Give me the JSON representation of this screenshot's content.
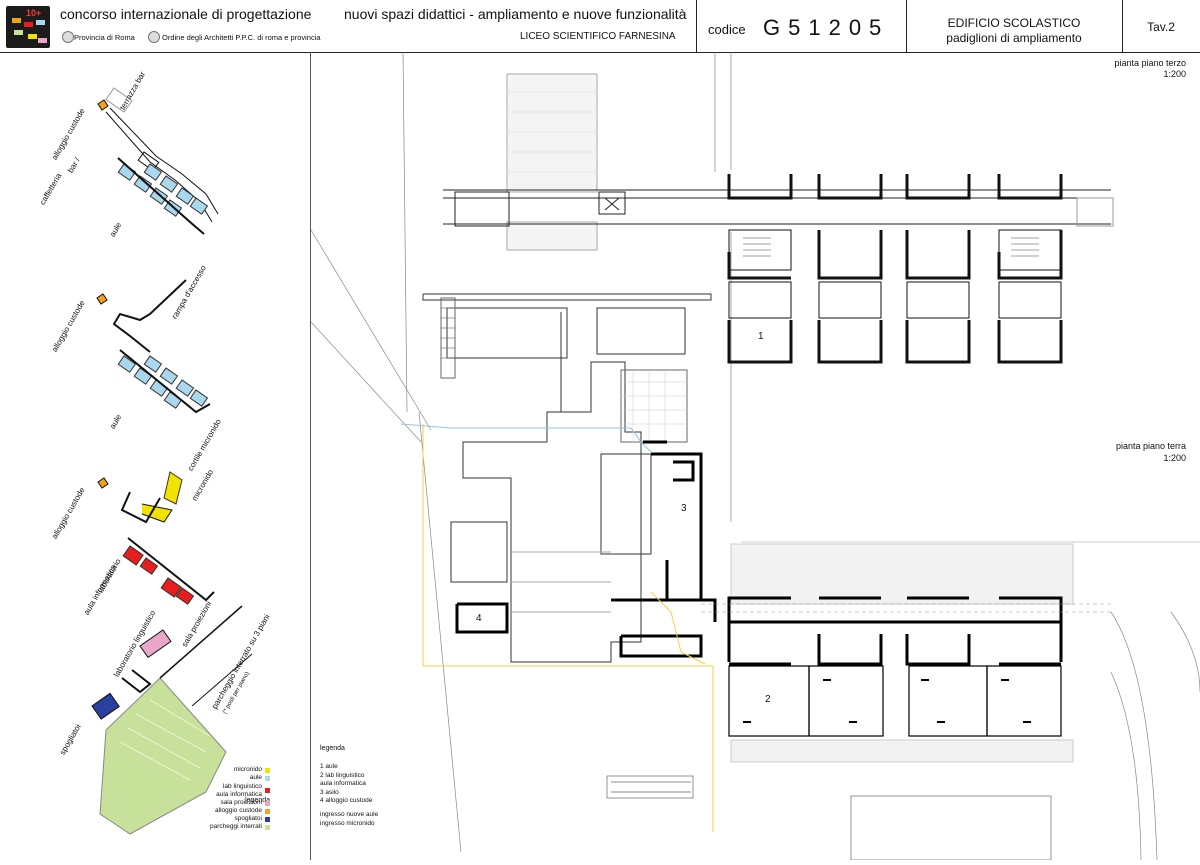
{
  "header": {
    "logo_text": "10+",
    "competition": "concorso internazionale di progettazione",
    "org1": "Provincia di Roma",
    "org2": "Ordine degli Architetti P.P.C. di roma e provincia",
    "project": "nuovi spazi didattici - ampliamento e nuove funzionalità",
    "school": "LICEO SCIENTIFICO FARNESINA",
    "code_label": "codice",
    "code_value": "G51205",
    "building_title": "EDIFICIO SCOLASTICO",
    "building_subtitle": "padiglioni di ampliamento",
    "sheet": "Tav.2"
  },
  "diagram_labels": {
    "terrazza": "terrazza bar",
    "alloggio1": "alloggio custode",
    "bar": "bar /",
    "caffetteria": "caffetteria",
    "aule1": "aule",
    "rampa": "rampa d'accesso",
    "alloggio2": "alloggio custode",
    "aule2": "aule",
    "cortile": "cortile micronido",
    "micronido": "micronido",
    "alloggio3": "alloggio custode",
    "aula_inform": "aula informatica",
    "lab_ling_small": "laboratorio",
    "sala": "sala proiezioni",
    "lab_ling": "laboratorio linguistico",
    "parcheggio": "parcheggio interrato su 3 piani",
    "posti": "(* posti per piano)",
    "spogliatoi": "spogliatoi"
  },
  "legend_left": {
    "title": "legenda",
    "items": [
      {
        "label": "micronido",
        "color": "#f2e200"
      },
      {
        "label": "aule",
        "color": "#a9d8ee"
      },
      {
        "label": "lab linguistico",
        "color": ""
      },
      {
        "label": "aula informatica",
        "color": "#e81d1d"
      },
      {
        "label": "sala proiezioni",
        "color": "#e8a6c8"
      },
      {
        "label": "alloggio custode",
        "color": "#f4a21c"
      },
      {
        "label": "spogliatoi",
        "color": "#2a3fa0"
      },
      {
        "label": "parcheggi interrati",
        "color": "#c8e19a"
      }
    ]
  },
  "legend_plan": {
    "title": "legenda",
    "items": [
      "1  aule",
      "2  lab linguistico",
      "    aula informatica",
      "3  asilo",
      "4  alloggio custode",
      "ingresso nuove aule",
      "ingresso micronido"
    ]
  },
  "plan_labels": {
    "upper_title": "pianta piano terzo",
    "upper_scale": "1:200",
    "lower_title": "pianta piano terra",
    "lower_scale": "1:200",
    "room1": "1",
    "room2": "2",
    "room3": "3",
    "room4": "4"
  },
  "colors": {
    "aule": "#a9d8ee",
    "micronido": "#f2e200",
    "informatica": "#e81d1d",
    "sala": "#e8a6c8",
    "alloggio": "#f4a21c",
    "spogliatoi": "#2a3fa0",
    "parcheggi": "#c8e19a",
    "path_blue": "#8ec5e8",
    "path_yellow": "#f2d24a"
  }
}
